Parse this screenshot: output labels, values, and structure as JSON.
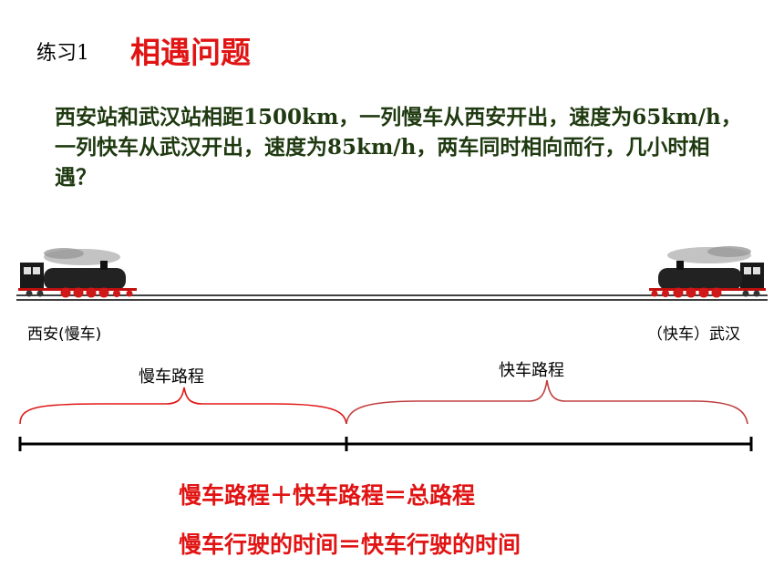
{
  "header": {
    "exercise_label": "练习1",
    "title": "相遇问题"
  },
  "problem": {
    "text": "西安站和武汉站相距1500km，一列慢车从西安开出，速度为65km/h，一列快车从武汉开出，速度为85km/h，两车同时相向而行，几小时相遇？"
  },
  "diagram": {
    "left_city": "西安(慢车)",
    "right_city": "（快车）武汉",
    "slow_segment_label": "慢车路程",
    "fast_segment_label": "快车路程"
  },
  "formulas": {
    "line1": "慢车路程＋快车路程＝总路程",
    "line2": "慢车行驶的时间＝快车行驶的时间"
  },
  "colors": {
    "title": "#e11414",
    "problem_text": "#1f3a10",
    "fast_brace": "#c04040"
  }
}
